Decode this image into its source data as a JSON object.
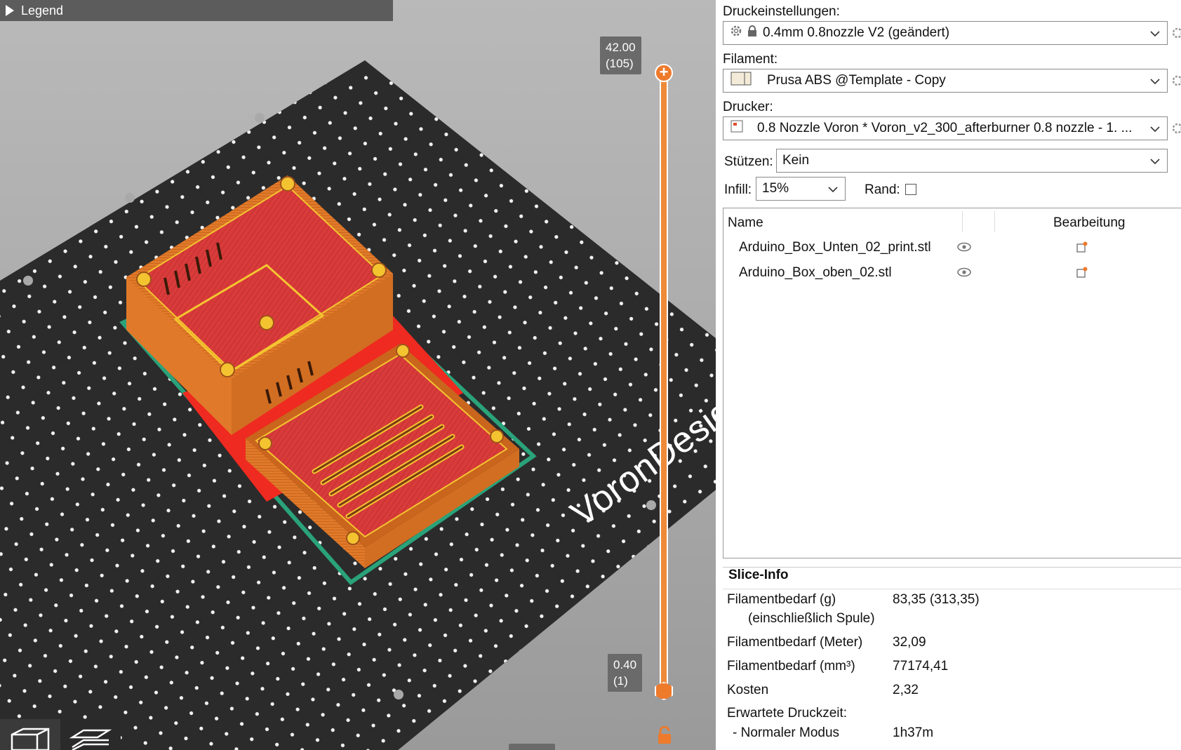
{
  "viewport": {
    "legend_label": "Legend",
    "bed_logo": "VoronDesign",
    "slider": {
      "top_value": "42.00",
      "top_layer": "(105)",
      "bottom_value": "0.40",
      "bottom_layer": "(1)"
    },
    "icons": {
      "top_handle": "plus-icon",
      "lock": "unlocked-lock-icon",
      "view_3d": "cube-icon",
      "view_layers": "layers-icon"
    },
    "colors": {
      "bed": "#2b2b2b",
      "model_wall": "#e07a2a",
      "infill": "#d93b3b",
      "perimeter_highlight": "#f4c430",
      "skirt": "#2aa27a",
      "slider": "#ee8a3a"
    }
  },
  "panel": {
    "print_settings_label": "Druckeinstellungen:",
    "print_settings_value": "0.4mm 0.8nozzle V2 (geändert)",
    "filament_label": "Filament:",
    "filament_value": "Prusa ABS @Template - Copy",
    "printer_label": "Drucker:",
    "printer_value": "0.8 Nozzle Voron  * Voron_v2_300_afterburner 0.8 nozzle - 1. ...",
    "supports_label": "Stützen:",
    "supports_value": "Kein",
    "infill_label": "Infill:",
    "infill_value": "15%",
    "brim_label": "Rand:",
    "brim_checked": false,
    "list": {
      "col_name": "Name",
      "col_edit": "Bearbeitung",
      "rows": [
        {
          "name": "Arduino_Box_Unten_02_print.stl"
        },
        {
          "name": "Arduino_Box_oben_02.stl"
        }
      ]
    },
    "slice_info": {
      "title": "Slice-Info",
      "filament_g_label": "Filamentbedarf (g)",
      "filament_g_sub": "(einschließlich Spule)",
      "filament_g_value": "83,35 (313,35)",
      "filament_m_label": "Filamentbedarf (Meter)",
      "filament_m_value": "32,09",
      "filament_mm3_label": "Filamentbedarf (mm³)",
      "filament_mm3_value": "77174,41",
      "cost_label": "Kosten",
      "cost_value": "2,32",
      "time_label": "Erwartete Druckzeit:",
      "normal_mode_label": "- Normaler Modus",
      "normal_mode_value": "1h37m"
    }
  }
}
